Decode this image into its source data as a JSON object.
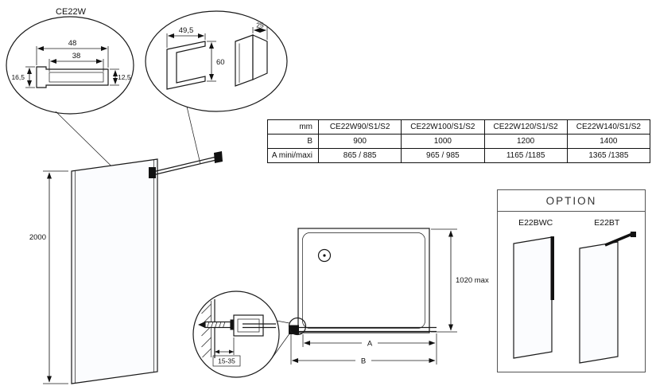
{
  "drawing": {
    "profile_callout": {
      "code": "CE22W",
      "outer_width": "48",
      "inner_width": "38",
      "left_height": "16,5",
      "right_height": "12,5"
    },
    "bracket_callout": {
      "clamp_width": "49,5",
      "clamp_height": "60",
      "bracket_width": "25"
    },
    "side_view": {
      "glass_height": "2000"
    },
    "plan_view": {
      "width_a": "A",
      "width_b": "B",
      "depth_max": "1020 max"
    },
    "fixing_detail": {
      "adjust_range": "15-35"
    }
  },
  "table": {
    "unit_label": "mm",
    "model_headers": [
      "CE22W90/S1/S2",
      "CE22W100/S1/S2",
      "CE22W120/S1/S2",
      "CE22W140/S1/S2"
    ],
    "rows": [
      {
        "label": "B",
        "values": [
          "900",
          "1000",
          "1200",
          "1400"
        ]
      },
      {
        "label": "A mini/maxi",
        "values": [
          "865 / 885",
          "965 / 985",
          "1165 /1185",
          "1365 /1385"
        ]
      }
    ]
  },
  "option": {
    "title": "OPTION",
    "items": [
      {
        "code": "E22BWC"
      },
      {
        "code": "E22BT"
      }
    ]
  },
  "colors": {
    "line": "#1a1a1a",
    "accent_black": "#111111",
    "glass_fill": "#fbfcfe"
  }
}
